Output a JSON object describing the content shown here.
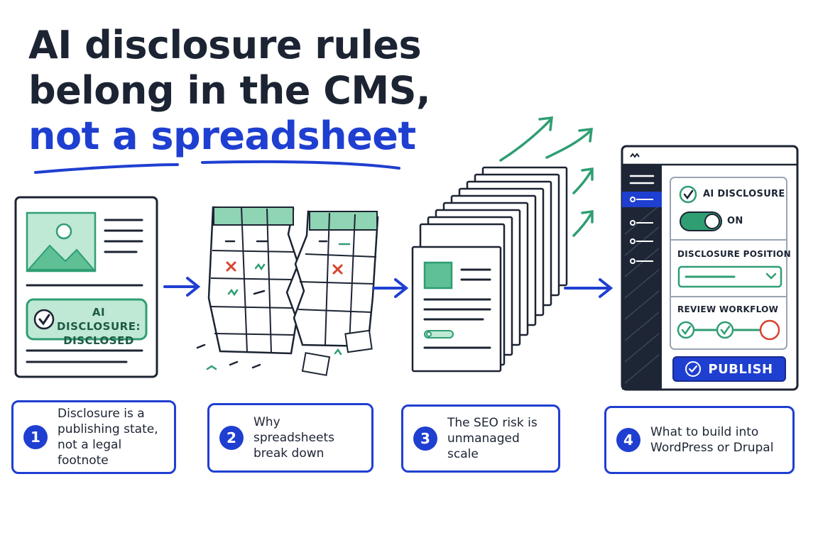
{
  "title": {
    "line1": "AI disclosure rules",
    "line2": "belong in the CMS,",
    "line3": "not a spreadsheet"
  },
  "article": {
    "disclosure_note_line1": "AI DISCLOSURE:",
    "disclosure_note_line2": "DISCLOSED"
  },
  "cms": {
    "ai_disclosure_label": "AI DISCLOSURE",
    "toggle_state": "ON",
    "position_label": "DISCLOSURE POSITION",
    "workflow_label": "REVIEW WORKFLOW",
    "workflow_steps": [
      "done",
      "done",
      "pending"
    ],
    "publish_label": "PUBLISH"
  },
  "steps": [
    {
      "number": "1",
      "text": "Disclosure is a publishing state, not a legal footnote"
    },
    {
      "number": "2",
      "text": "Why spreadsheets break down"
    },
    {
      "number": "3",
      "text": "The SEO risk is unmanaged scale"
    },
    {
      "number": "4",
      "text": "What to build into WordPress or Drupal"
    }
  ],
  "colors": {
    "accent": "#1f3fd1",
    "green": "#2f9e73",
    "green_fill": "#bfe8d5",
    "red": "#d8432f",
    "ink": "#1c2433"
  }
}
